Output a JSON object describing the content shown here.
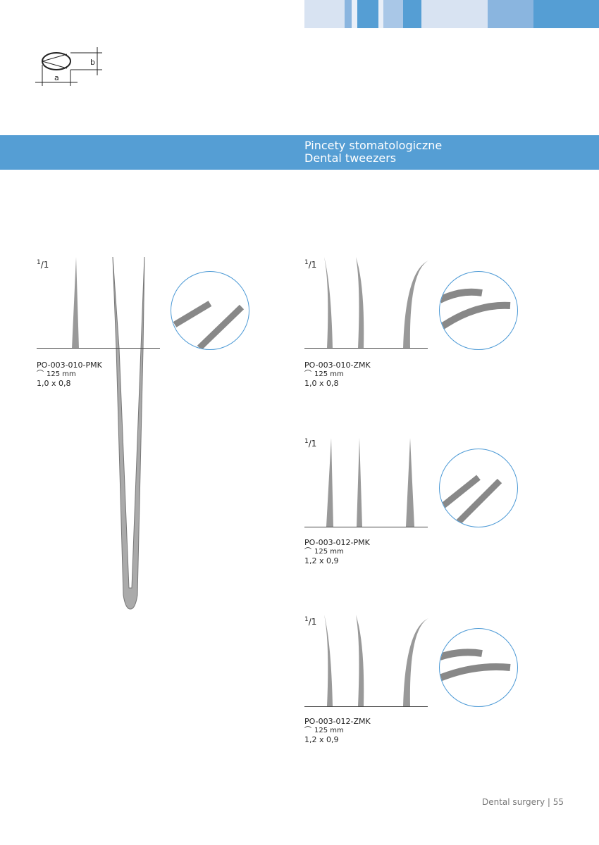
{
  "header": {
    "colors": [
      "#d8e3f2",
      "#8ab5df",
      "#e9eff8",
      "#559ed4",
      "#e9eff8",
      "#a9c7e7",
      "#559ed4",
      "#d8e3f2",
      "#8ab5df",
      "#559ed4"
    ]
  },
  "diagram": {
    "label_a": "a",
    "label_b": "b"
  },
  "section": {
    "title_pl": "Pincety stomatologiczne",
    "title_en": "Dental tweezers"
  },
  "scale": {
    "num": "1",
    "den": "1"
  },
  "products": [
    {
      "code": "PO-003-010-PMK",
      "length": "125 mm",
      "size": "1,0 x 0,8"
    },
    {
      "code": "PO-003-010-ZMK",
      "length": "125 mm",
      "size": "1,0 x 0,8"
    },
    {
      "code": "PO-003-012-PMK",
      "length": "125 mm",
      "size": "1,2 x 0,9"
    },
    {
      "code": "PO-003-012-ZMK",
      "length": "125 mm",
      "size": "1,2 x 0,9"
    }
  ],
  "footer": {
    "text": "Dental surgery | 55"
  }
}
